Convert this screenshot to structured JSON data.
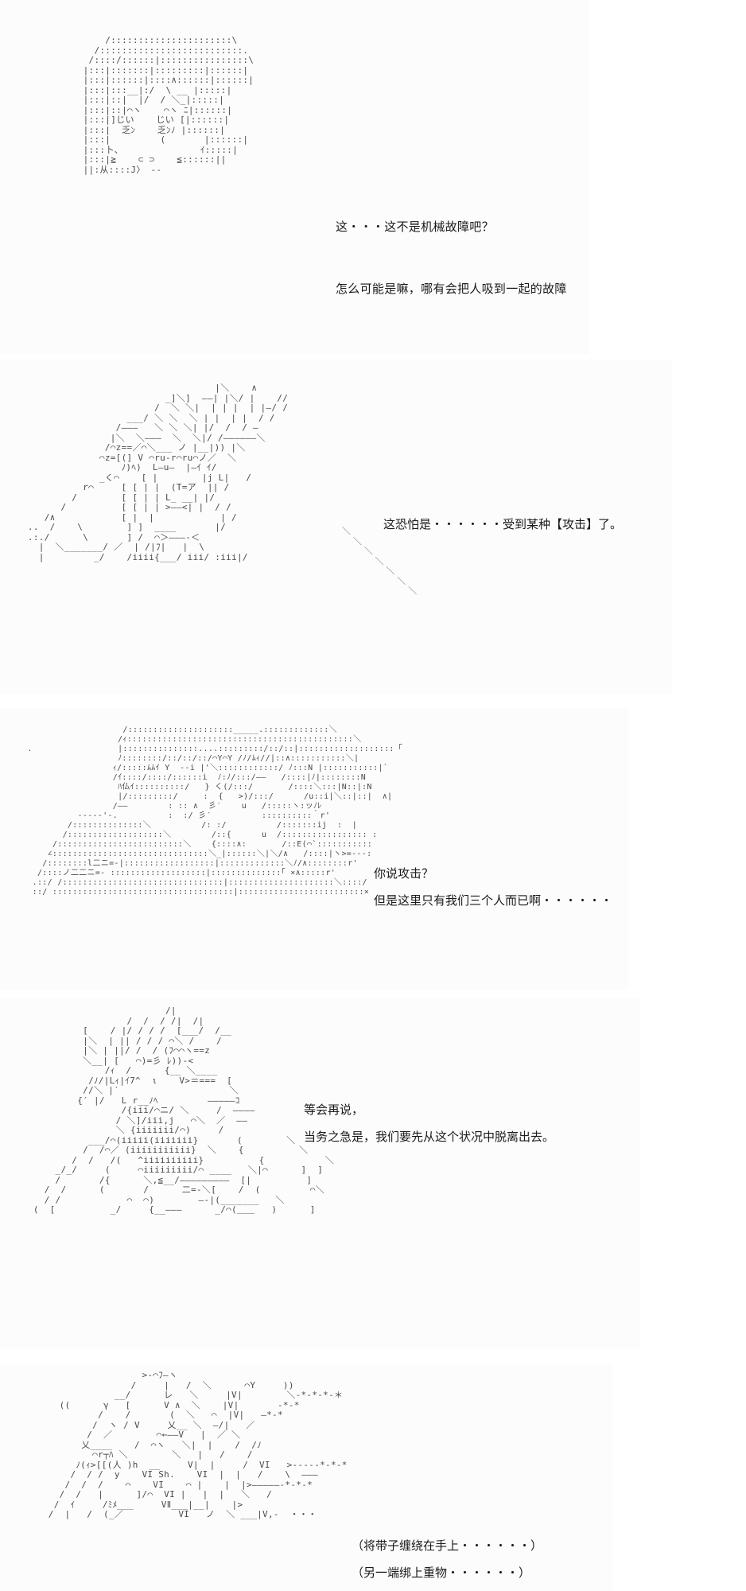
{
  "panels": [
    {
      "lines": [
        "这・・・这不是机械故障吧？",
        "怎么可能是嘛，哪有会把人吸到一起的故障"
      ]
    },
    {
      "lines": [
        "这恐怕是・・・・・・受到某种【攻击】了。"
      ]
    },
    {
      "lines": [
        "你说攻击？",
        "但是这里只有我们三个人而已啊・・・・・・"
      ]
    },
    {
      "lines": [
        "等会再说，",
        "当务之急是，我们要先从这个状况中脱离出去。"
      ]
    },
    {
      "lines": [
        "（将带子缠绕在手上・・・・・・）",
        "（另一端绑上重物・・・・・・）"
      ]
    }
  ]
}
